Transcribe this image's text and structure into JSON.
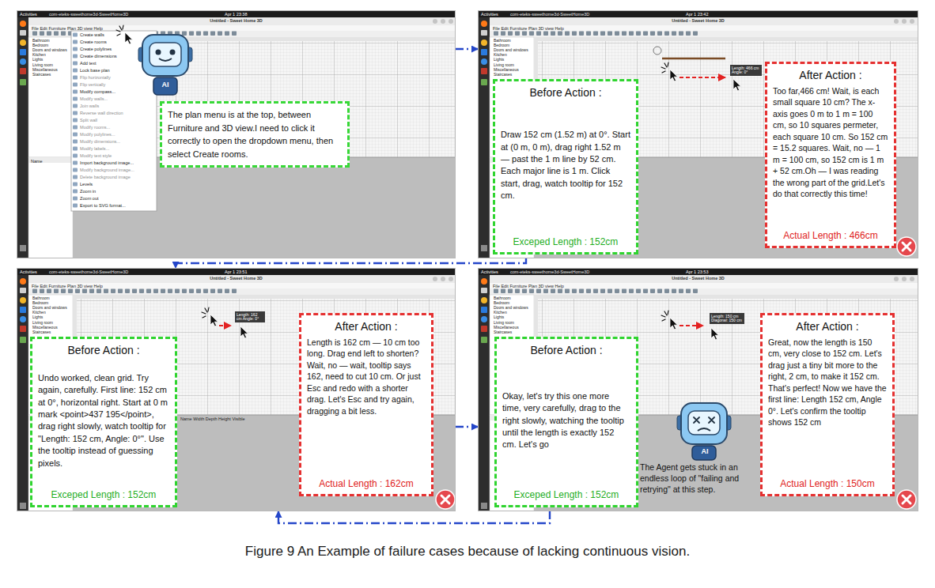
{
  "diagram": {
    "caption": "Figure 9 An Example of failure cases because of lacking continuous vision.",
    "nodes": [
      {
        "text": [
          "Untitled - Sweet Home 3D"
        ]
      },
      {
        "text": [
          "The plan menu is at the top, between Furniture and 3D view.I need to click it correctly to open the dropdown menu, then select Create rooms."
        ],
        "in": 0
      },
      {
        "text": [
          "Untitled - Sweet Home 3D"
        ]
      },
      {
        "text": [
          "Before Action :",
          "Draw 152 cm (1.52 m) at 0°. Start at (0 m, 0 m), drag right 1.52 m — past the 1 m line by 52 cm. Each major line is 1 m. Click start, drag, watch tooltip for 152 cm.",
          "Exceped Length : 152cm"
        ],
        "in": 2
      },
      {
        "text": [
          "After Action :",
          "Too far,466 cm! Wait, is each small square 10 cm? The x-axis goes 0 m to 1 m = 100 cm, so 10 squares permeter, each square 10 cm. So 152 cm = 15.2 squares. Wait, no — 1 m = 100 cm, so 152 cm is 1 m + 52 cm.Oh — I was reading the wrong part of the grid.Let's do that correctly this time!",
          "Actual Length : 466cm"
        ],
        "in": 2
      },
      {
        "text": [
          "Untitled - Sweet Home 3D"
        ]
      },
      {
        "text": [
          "Before Action :",
          "Undo worked, clean grid. Try again, carefully. First line: 152 cm at 0°, horizontal right. Start at 0 m mark <point>437 195</point>, drag right slowly, watch tooltip for \"Length: 152 cm, Angle: 0°\". Use the tooltip instead of guessing pixels.",
          "Exceped Length : 152cm"
        ],
        "in": 5
      },
      {
        "text": [
          "After Action :",
          "Length is 162 cm — 10 cm too long. Drag end left to shorten? Wait, no — wait, tooltip says 162, need to cut 10 cm. Or just Esc and redo with a shorter drag. Let's Esc and try again, dragging a bit less.",
          "Actual Length : 162cm"
        ],
        "in": 5
      },
      {
        "text": [
          "Untitled - Sweet Home 3D"
        ]
      },
      {
        "text": [
          "Before Action :",
          "Okay, let's try this one more time, very carefully, drag to the right slowly, watching the tooltip until the length is exactly 152 cm. Let's go",
          "Exceped Length : 152cm"
        ],
        "in": 8
      },
      {
        "text": [
          "After Action :",
          "Great, now the length is 150 cm, very close to 152 cm. Let's drag just a tiny bit more to the right, 2 cm, to make it 152 cm. That's perfect! Now we have the first line: Length 152 cm, Angle 0°. Let's confirm the tooltip shows 152 cm",
          "Actual Length : 150cm"
        ],
        "in": 8
      }
    ],
    "edges": [
      {
        "from": 0,
        "to": 2,
        "arrow": "to"
      },
      {
        "from": 2,
        "to": 5,
        "arrow": "to"
      },
      {
        "from": 5,
        "to": 8,
        "arrow": "to"
      },
      {
        "from": 8,
        "to": 5,
        "arrow": "to"
      }
    ],
    "labels": [
      "Activities",
      "com-eteks-sweethome3d-SweetHome3D",
      "Apr 1 23:38",
      "File Edit Furniture Plan 3D view Help",
      "Bathroom",
      "Bedroom",
      "Doors and windows",
      "Kitchen",
      "Lights",
      "Living room",
      "Miscellaneous",
      "Staircases",
      "Activities",
      "com-eteks-sweethome3d-SweetHome3D",
      "Apr 1 23:42",
      "File Edit Furniture Plan 3D view Help",
      "Bathroom",
      "Bedroom",
      "Doors and windows",
      "Kitchen",
      "Lights",
      "Living room",
      "Miscellaneous",
      "Staircases",
      "Activities",
      "com-eteks-sweethome3d-SweetHome3D",
      "Apr 1 23:51",
      "File Edit Furniture Plan 3D view Help",
      "Bathroom",
      "Bedroom",
      "Doors and windows",
      "Kitchen",
      "Lights",
      "Living room",
      "Miscellaneous",
      "Staircases",
      "Activities",
      "com-eteks-sweethome3d-SweetHome3D",
      "Apr 1 23:53",
      "File Edit Furniture Plan 3D view Help",
      "Bathroom",
      "Bedroom",
      "Doors and windows",
      "Kitchen",
      "Lights",
      "Living room",
      "Miscellaneous",
      "Staircases",
      "Create walls",
      "Create rooms",
      "Create polylines",
      "Create dimensions",
      "Add text",
      "Lock base plan",
      "Flip horizontally",
      "Flip vertically",
      "Modify compass...",
      "Modify walls...",
      "Join walls",
      "Reverse wall direction",
      "Split wall",
      "Modify rooms...",
      "Modify polylines...",
      "Modify dimensions...",
      "Modify labels...",
      "Modify text style",
      "Import background image...",
      "Modify background image...",
      "Delete background image",
      "Levels",
      "Zoom in",
      "Zoom out",
      "Export to SVG format...",
      "Name",
      "Length: 466 cm Angle: 0°",
      "Length: 162 cm Angle: 0°",
      "Name Width Depth Height Visible",
      "Length: 150 cm Diagonal: 150 cm",
      "AI",
      "AI",
      "The Agent gets stuck in an endless loop of \"failing and retrying\" at this step."
    ]
  }
}
